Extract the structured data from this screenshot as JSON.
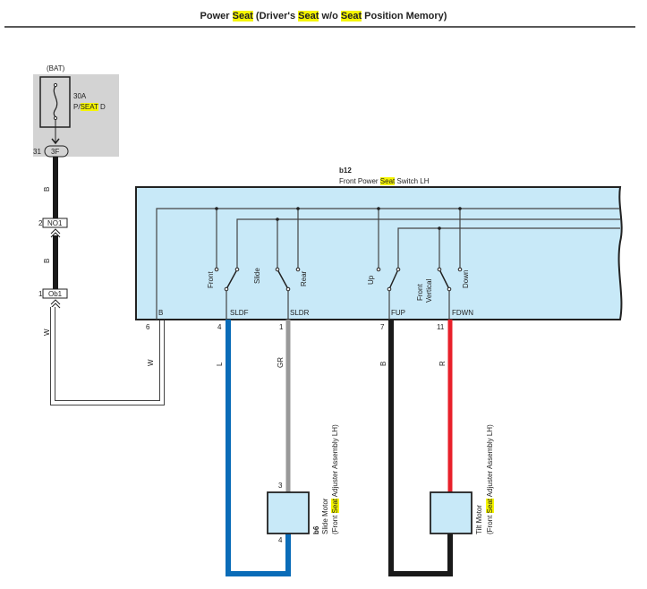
{
  "title": {
    "p1": "Power ",
    "h1": "Seat",
    "p2": " (Driver's ",
    "h2": "Seat",
    "p3": " w/o ",
    "h3": "Seat",
    "p4": " Position Memory)"
  },
  "fuse": {
    "source": "(BAT)",
    "rating": "30A",
    "name_pre": "P/",
    "name_hl": "SEAT",
    "name_post": " D"
  },
  "connector_3f": {
    "pin": "31",
    "name": "3F"
  },
  "connector_no1": {
    "pin": "2",
    "name": "NO1"
  },
  "connector_ob1": {
    "pin": "1",
    "name": "Ob1"
  },
  "wire_colors": {
    "bat_1": "B",
    "bat_2": "B",
    "w_1": "W",
    "w_2": "W",
    "sldf": "L",
    "sldr": "GR",
    "fup": "B",
    "fdwn": "R"
  },
  "switch": {
    "id": "b12",
    "name_pre": "Front Power ",
    "name_hl": "Seat",
    "name_post": " Switch LH",
    "contacts": {
      "front": "Front",
      "slide": "Slide",
      "rear": "Rear",
      "up": "Up",
      "front_vertical_1": "Front",
      "front_vertical_2": "Vertical",
      "down": "Down"
    },
    "terminals": {
      "b": "B",
      "sldf": "SLDF",
      "sldr": "SLDR",
      "fup": "FUP",
      "fdwn": "FDWN"
    },
    "pins": {
      "b": "6",
      "sldf": "4",
      "sldr": "1",
      "fup": "7",
      "fdwn": "11"
    }
  },
  "slide_motor": {
    "id": "b6",
    "name": "Slide Motor",
    "assy_pre": "(Front ",
    "assy_hl": "Seat",
    "assy_post": " Adjuster Assembly LH)",
    "pin_top": "3",
    "pin_bottom": "4"
  },
  "tilt_motor": {
    "name": "Tilt Motor",
    "assy_pre": "(Front ",
    "assy_hl": "Seat",
    "assy_post": " Adjuster Assembly LH)"
  },
  "colors": {
    "highlight": "#f5f500",
    "box_fill": "#c8e9f8",
    "blue": "#0a6cb8",
    "gray": "#999999",
    "red": "#e8202a",
    "black": "#1a1a1a"
  }
}
